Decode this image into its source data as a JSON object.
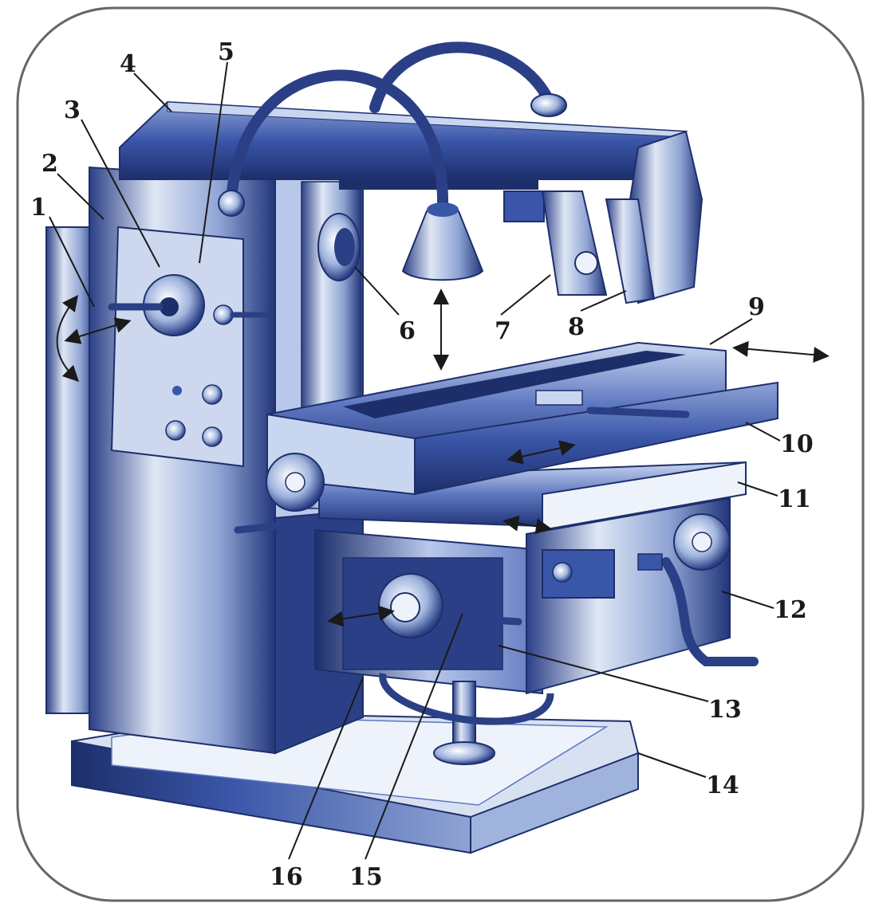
{
  "diagram": {
    "colors": {
      "frame": "#666666",
      "blue_dark": "#1d2f6b",
      "blue_mid": "#3a56a8",
      "blue_light": "#9fb3dd",
      "steel_light": "#dde6f4",
      "text": "#1a1a1a"
    },
    "labels": [
      {
        "id": "1",
        "text": "1"
      },
      {
        "id": "2",
        "text": "2"
      },
      {
        "id": "3",
        "text": "3"
      },
      {
        "id": "4",
        "text": "4"
      },
      {
        "id": "5",
        "text": "5"
      },
      {
        "id": "6",
        "text": "6"
      },
      {
        "id": "7",
        "text": "7"
      },
      {
        "id": "8",
        "text": "8"
      },
      {
        "id": "9",
        "text": "9"
      },
      {
        "id": "10",
        "text": "10"
      },
      {
        "id": "11",
        "text": "11"
      },
      {
        "id": "12",
        "text": "12"
      },
      {
        "id": "13",
        "text": "13"
      },
      {
        "id": "14",
        "text": "14"
      },
      {
        "id": "15",
        "text": "15"
      },
      {
        "id": "16",
        "text": "16"
      }
    ]
  }
}
